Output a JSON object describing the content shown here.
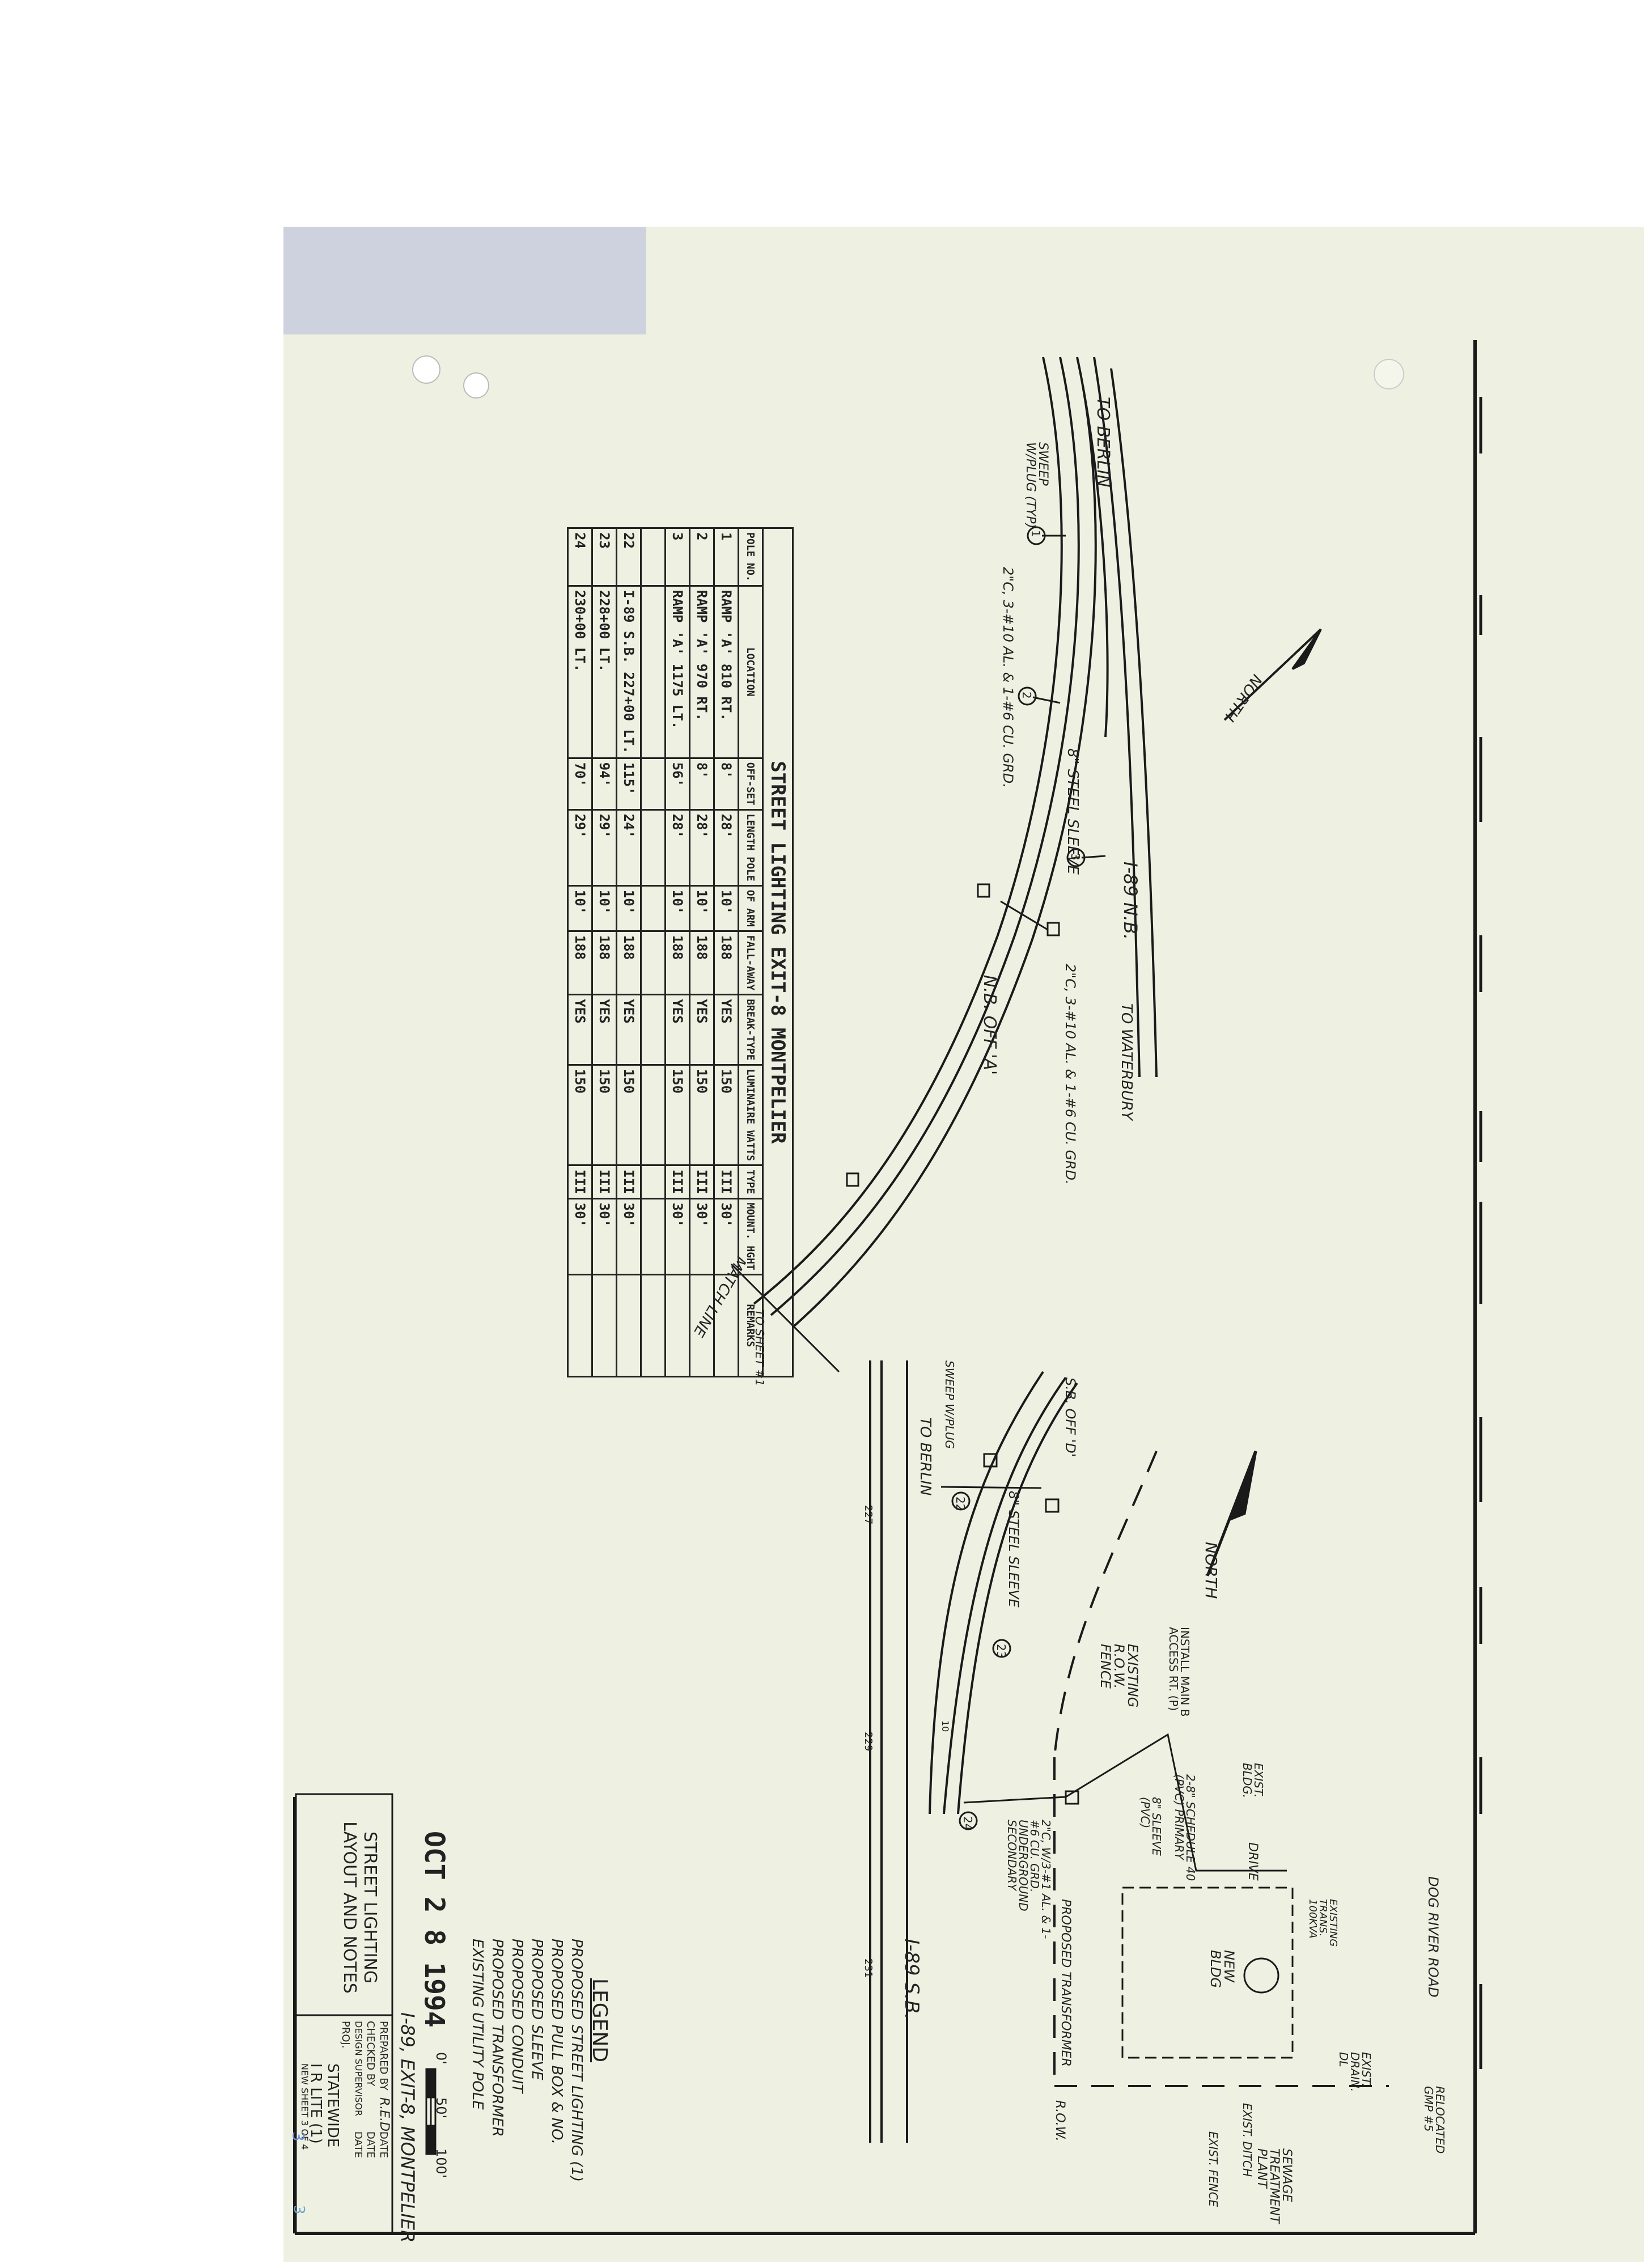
{
  "lighting_table": {
    "title": "STREET LIGHTING EXIT-8 MONTPELIER",
    "headers": [
      "POLE NO.",
      "LOCATION",
      "OFF-SET",
      "LENGTH POLE",
      "OF ARM",
      "FALL-AWAY",
      "BREAK-TYPE",
      "LUMINAIRE WATTS",
      "TYPE",
      "MOUNT. HGHT",
      "REMARKS"
    ],
    "rows": [
      [
        "1",
        "RAMP 'A' 810 RT.",
        "8'",
        "28'",
        "10'",
        "188",
        "YES",
        "150",
        "III",
        "30'",
        ""
      ],
      [
        "2",
        "RAMP 'A' 970 RT.",
        "8'",
        "28'",
        "10'",
        "188",
        "YES",
        "150",
        "III",
        "30'",
        ""
      ],
      [
        "3",
        "RAMP 'A' 1175 LT.",
        "56'",
        "28'",
        "10'",
        "188",
        "YES",
        "150",
        "III",
        "30'",
        ""
      ],
      [
        "22",
        "I-89 S.B. 227+00 LT.",
        "115'",
        "24'",
        "10'",
        "188",
        "YES",
        "150",
        "III",
        "30'",
        ""
      ],
      [
        "23",
        "228+00 LT.",
        "94'",
        "29'",
        "10'",
        "188",
        "YES",
        "150",
        "III",
        "30'",
        ""
      ],
      [
        "24",
        "230+00 LT.",
        "70'",
        "29'",
        "10'",
        "188",
        "YES",
        "150",
        "III",
        "30'",
        ""
      ]
    ]
  },
  "labels": {
    "to_berlin_top": "TO BERLIN",
    "sweep_top": "SWEEP W/PLUG (TYP)",
    "conduit_1": "2\"C, 3-#10 AL. & 1-#6 CU. GRD.",
    "steel_sleeve_1": "8\" STEEL SLEEVE",
    "nb_off_a": "N.B. OFF 'A'",
    "i89_nb": "I-89 N.B.",
    "to_waterbury": "TO WATERBURY",
    "conduit_2": "2\"C, 3-#10 AL. & 1-#6 CU. GRD.",
    "north_top": "NORTH",
    "match_line": "MATCH LINE",
    "match_sheet": "TO SHEET #1",
    "to_berlin_bottom": "TO BERLIN",
    "sweep_bottom": "SWEEP W/PLUG",
    "sb_off_d": "S.B. OFF 'D'",
    "steel_sleeve_2": "8\" STEEL SLEEVE",
    "north_bottom": "NORTH",
    "install_main": "INSTALL MAIN B ACCESS RT. (P)",
    "existing_fence": "EXISTING R.O.W. FENCE",
    "primary": "2-8\" SCHEDULE 40 (PVC) PRIMARY",
    "sleeve_pvc": "8\" SLEEVE (PVC)",
    "secondary": "2\"C, W/3-#1 AL. & 1-#6 CU. GRD. UNDERGROUND SECONDARY",
    "proposed_transformer": "PROPOSED TRANSFORMER",
    "exist_bldg": "EXIST. BLDG.",
    "drive": "DRIVE",
    "existing_trans": "EXISTING TRANS. 100KVA",
    "new_bldg": "NEW BLDG",
    "dog_river": "DOG RIVER ROAD",
    "exist_drain": "EXIST. DRAIN. DL",
    "relocated_gmp": "RELOCATED GMP #5",
    "sewage_plant": "SEWAGE TREATMENT PLANT",
    "exist_ditch": "EXIST. DITCH",
    "exist_fence": "EXIST. FENCE",
    "row": "R.O.W.",
    "i89_sb": "I-89 S.B.",
    "sta_227": "227",
    "sta_229": "229",
    "sta_231": "231"
  },
  "legend": {
    "title": "LEGEND",
    "items": [
      "PROPOSED STREET LIGHTING (1)",
      "PROPOSED PULL BOX & NO.",
      "PROPOSED SLEEVE",
      "PROPOSED CONDUIT",
      "PROPOSED TRANSFORMER",
      "EXISTING UTILITY POLE"
    ]
  },
  "date_stamp": "OCT 2 8 1994",
  "title_block": {
    "project": "I-89, EXIT-8, MONTPELIER",
    "scale_0": "0'",
    "scale_50": "50'",
    "scale_100": "100'",
    "sheet_title": "STREET LIGHTING LAYOUT AND NOTES",
    "prepared_by": "PREPARED BY",
    "prepared_initials": "R.E.D.",
    "checked_by": "CHECKED BY",
    "design_supervisor": "DESIGN SUPERVISOR",
    "date": "DATE",
    "proj_label": "PROJ.",
    "proj_statewide": "STATEWIDE",
    "proj_number": "I R LITE (1)",
    "sheet_no": "3",
    "sheet_of": "NEW SHEET 3 OF 4"
  },
  "station_numbers": {
    "n10": "10",
    "corner_3": "3"
  }
}
